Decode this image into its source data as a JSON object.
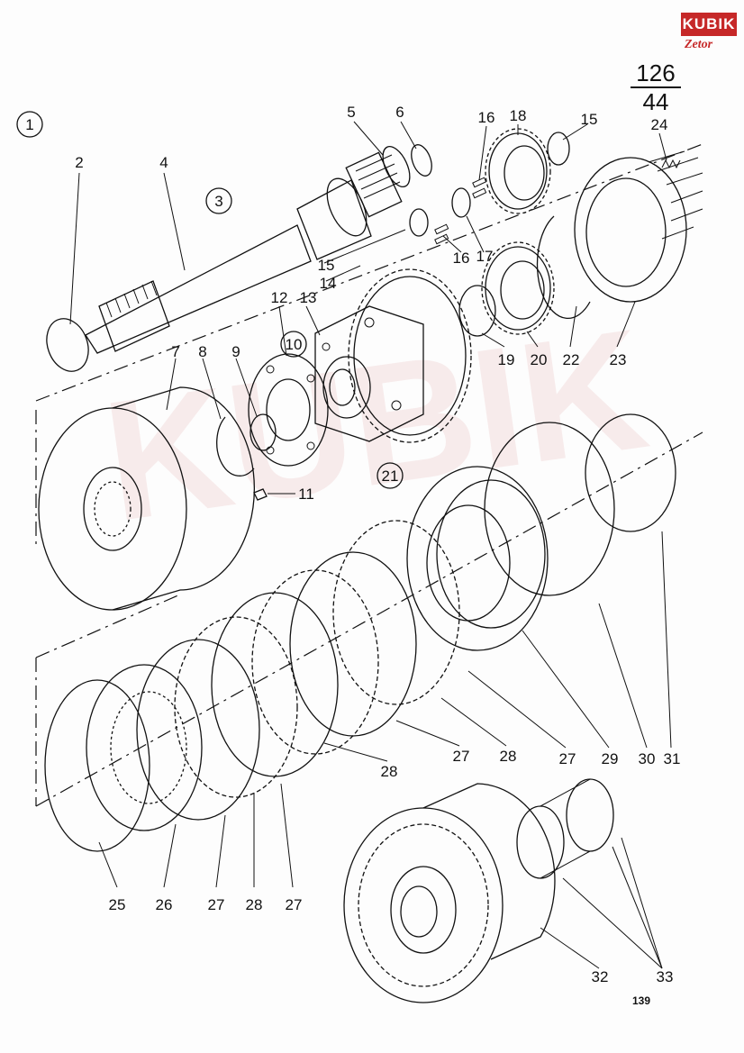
{
  "header": {
    "logo_text": "KUBIK",
    "logo_sub": "Zetor",
    "sheet_top": "126",
    "sheet_bottom": "44"
  },
  "footer": {
    "page_number": "139"
  },
  "watermark": "KUBIK",
  "assemblies": [
    {
      "id": "asm-1",
      "text": "1"
    },
    {
      "id": "asm-3",
      "text": "3"
    },
    {
      "id": "asm-10",
      "text": "10"
    },
    {
      "id": "asm-21",
      "text": "21"
    }
  ],
  "callouts": [
    "2",
    "4",
    "5",
    "6",
    "16",
    "18",
    "15",
    "24",
    "15",
    "14",
    "16",
    "17",
    "12",
    "13",
    "7",
    "8",
    "9",
    "19",
    "20",
    "22",
    "23",
    "11",
    "27",
    "28",
    "27",
    "29",
    "30",
    "31",
    "28",
    "25",
    "26",
    "27",
    "28",
    "27",
    "32",
    "33"
  ]
}
